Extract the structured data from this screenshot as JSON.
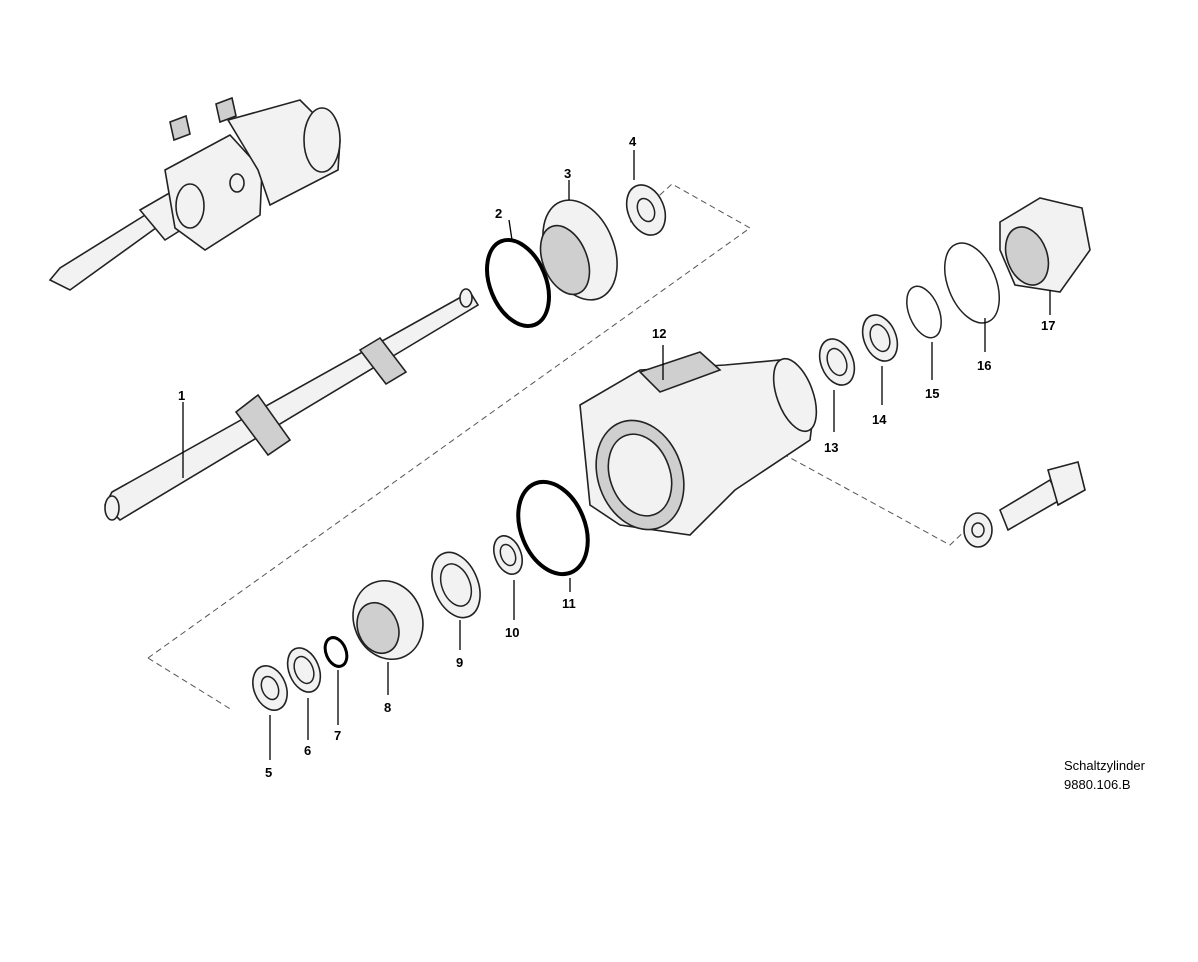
{
  "caption": {
    "name": "Schaltzylinder",
    "code": "9880.106.B"
  },
  "callouts": [
    "1",
    "2",
    "3",
    "4",
    "5",
    "6",
    "7",
    "8",
    "9",
    "10",
    "11",
    "12",
    "13",
    "14",
    "15",
    "16",
    "17"
  ],
  "colors": {
    "line": "#000000",
    "background": "#ffffff"
  }
}
